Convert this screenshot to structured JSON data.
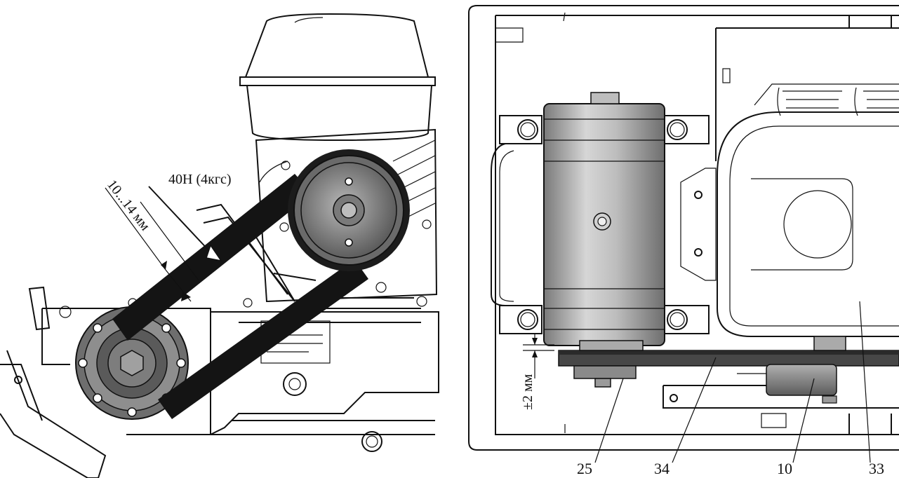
{
  "left_view": {
    "gap_label": "10...14 мм",
    "force_label": "40Н (4кгс)"
  },
  "right_view": {
    "offset_label": "±2 мм",
    "callouts": [
      {
        "label": "25"
      },
      {
        "label": "34"
      },
      {
        "label": "10"
      },
      {
        "label": "33"
      }
    ]
  },
  "colors": {
    "line": "#111111",
    "pulley_dark": "#5a5a5a",
    "pulley_mid": "#8c8c8c",
    "pulley_light": "#bdbdbd",
    "belt": "#1a1a1a"
  }
}
